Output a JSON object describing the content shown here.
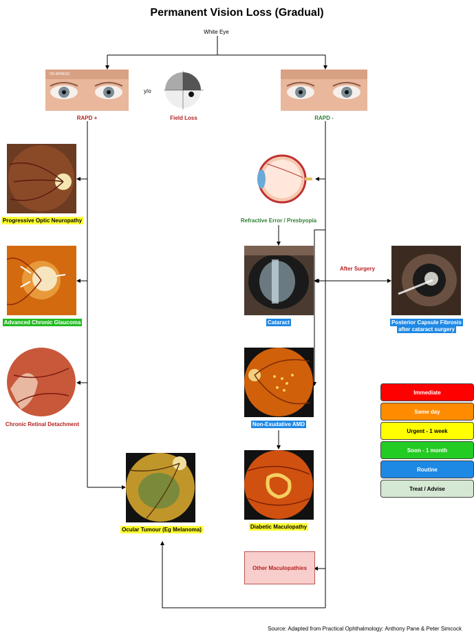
{
  "title": "Permanent Vision Loss (Gradual)",
  "start": "White Eye",
  "separator": "y/o",
  "rapd_pos": "RAPD +",
  "rapd_neg": "RAPD -",
  "field_loss": "Field Loss",
  "eye_overlay": "OD APRESS",
  "left_column": [
    "Progressive Optic Neuropathy",
    "Advanced Chronic Glaucoma",
    "Chronic Retinal Detachment"
  ],
  "tumour": "Ocular Tumour (Eg Melanoma)",
  "right_column": {
    "refractive": "Refractive Error / Presbyopia",
    "cataract": "Cataract",
    "amd": "Non-Exudative AMD",
    "diabetic": "Diabetic Maculopathy",
    "other": "Other Maculopathies"
  },
  "after_surgery": "After Surgery",
  "pcf": [
    "Posterior Capsule Fibrosis",
    "after cataract surgery"
  ],
  "legend": [
    {
      "label": "Immediate",
      "color": "#ff0000",
      "text_color": "#ffffff"
    },
    {
      "label": "Same day",
      "color": "#ff8c00",
      "text_color": "#ffffff"
    },
    {
      "label": "Urgent - 1 week",
      "color": "#ffff00",
      "text_color": "#000000"
    },
    {
      "label": "Soon - 1 month",
      "color": "#22cc22",
      "text_color": "#ffffff"
    },
    {
      "label": "Routine",
      "color": "#1e88e5",
      "text_color": "#ffffff"
    },
    {
      "label": "Treat / Advise",
      "color": "#d5e8d4",
      "text_color": "#000000"
    }
  ],
  "source": "Source: Adapted from Practical Ophthalmology: Anthony Pane & Peter Simcock"
}
